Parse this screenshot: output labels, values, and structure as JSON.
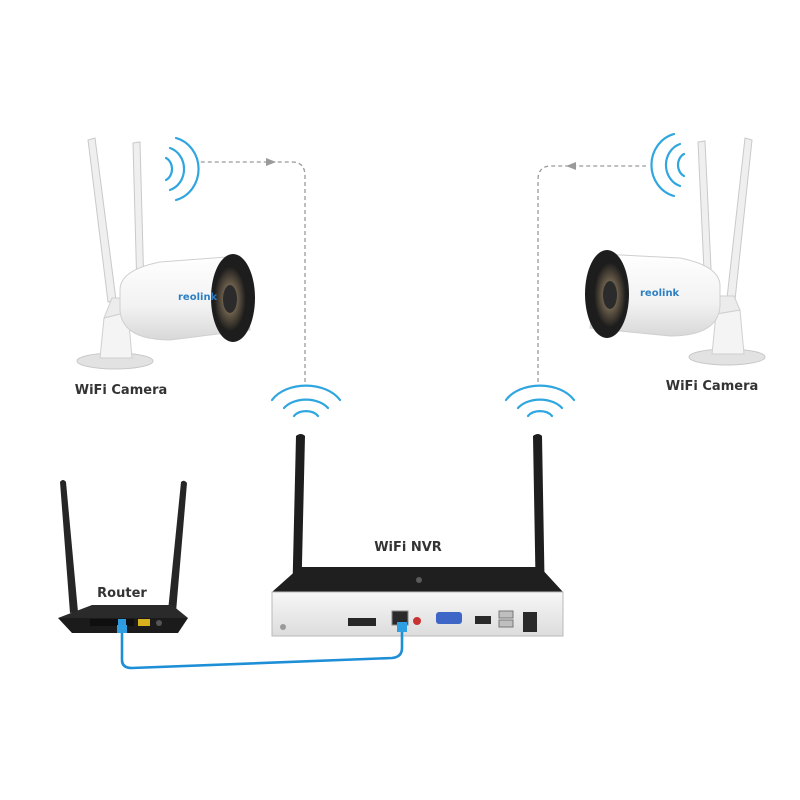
{
  "labels": {
    "camera_left": "WiFi Camera",
    "camera_right": "WiFi Camera",
    "nvr": "WiFi NVR",
    "router": "Router"
  },
  "logos": {
    "camera_left": "reolink",
    "camera_right": "reolink"
  },
  "devices": [
    "wifi-camera",
    "wifi-camera",
    "wifi-nvr",
    "router"
  ],
  "icons": [
    "wifi-signal-icon",
    "dashed-arrow-icon",
    "ethernet-cable-icon",
    "antenna-icon"
  ],
  "colors": {
    "signal": "#2fa6df",
    "cable": "#1e8fd6",
    "arrow": "#9a9a9a",
    "label": "#333333",
    "device_dark": "#202020",
    "device_light": "#f3f3f3",
    "logo": "#2d7fc4"
  }
}
